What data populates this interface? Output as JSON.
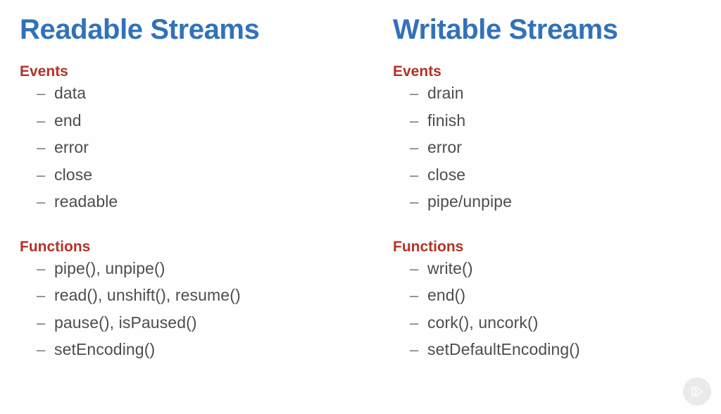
{
  "colors": {
    "background": "#fefefe",
    "title": "#3172b9",
    "heading": "#b33226",
    "body_text": "#4d4d4d",
    "dash": "#767676",
    "watermark_circle": "#eaeaea",
    "watermark_glyph": "#fafafa"
  },
  "bullet": {
    "dash": "–"
  },
  "columns": [
    {
      "title": "Readable Streams",
      "sections": [
        {
          "heading": "Events",
          "items": [
            "data",
            "end",
            "error",
            "close",
            "readable"
          ]
        },
        {
          "heading": "Functions",
          "items": [
            "pipe(), unpipe()",
            "read(), unshift(), resume()",
            "pause(), isPaused()",
            "setEncoding()"
          ]
        }
      ]
    },
    {
      "title": "Writable Streams",
      "sections": [
        {
          "heading": "Events",
          "items": [
            "drain",
            "finish",
            "error",
            "close",
            "pipe/unpipe"
          ]
        },
        {
          "heading": "Functions",
          "items": [
            "write()",
            "end()",
            "cork(), uncork()",
            "setDefaultEncoding()"
          ]
        }
      ]
    }
  ],
  "watermark": {
    "icon": "play-outline-icon"
  }
}
